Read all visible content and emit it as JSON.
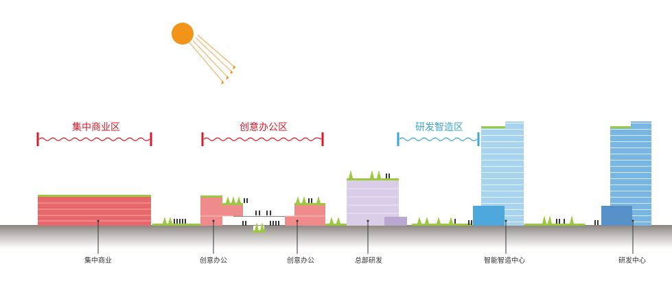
{
  "zones": [
    {
      "key": "commercial",
      "title": "集中商业区",
      "color": "#d7192a"
    },
    {
      "key": "office",
      "title": "创意办公区",
      "color": "#d7192a"
    },
    {
      "key": "rnd",
      "title": "研发智造区",
      "color": "#3aa6d6"
    }
  ],
  "buildings": [
    {
      "key": "commercial",
      "label": "集中商业"
    },
    {
      "key": "office1",
      "label": "创意办公"
    },
    {
      "key": "office2",
      "label": "创意办公"
    },
    {
      "key": "hq",
      "label": "总部研发"
    },
    {
      "key": "smart",
      "label": "智能智造中心"
    },
    {
      "key": "rnd",
      "label": "研发中心"
    }
  ],
  "colors": {
    "sun": "#f2941a",
    "ground": "#8a8480",
    "green": "#9bc93d",
    "red": "#e8676a",
    "purple": "#cfc4e2",
    "blue": "#9ccbeb",
    "darkblue": "#4e9fd4"
  }
}
